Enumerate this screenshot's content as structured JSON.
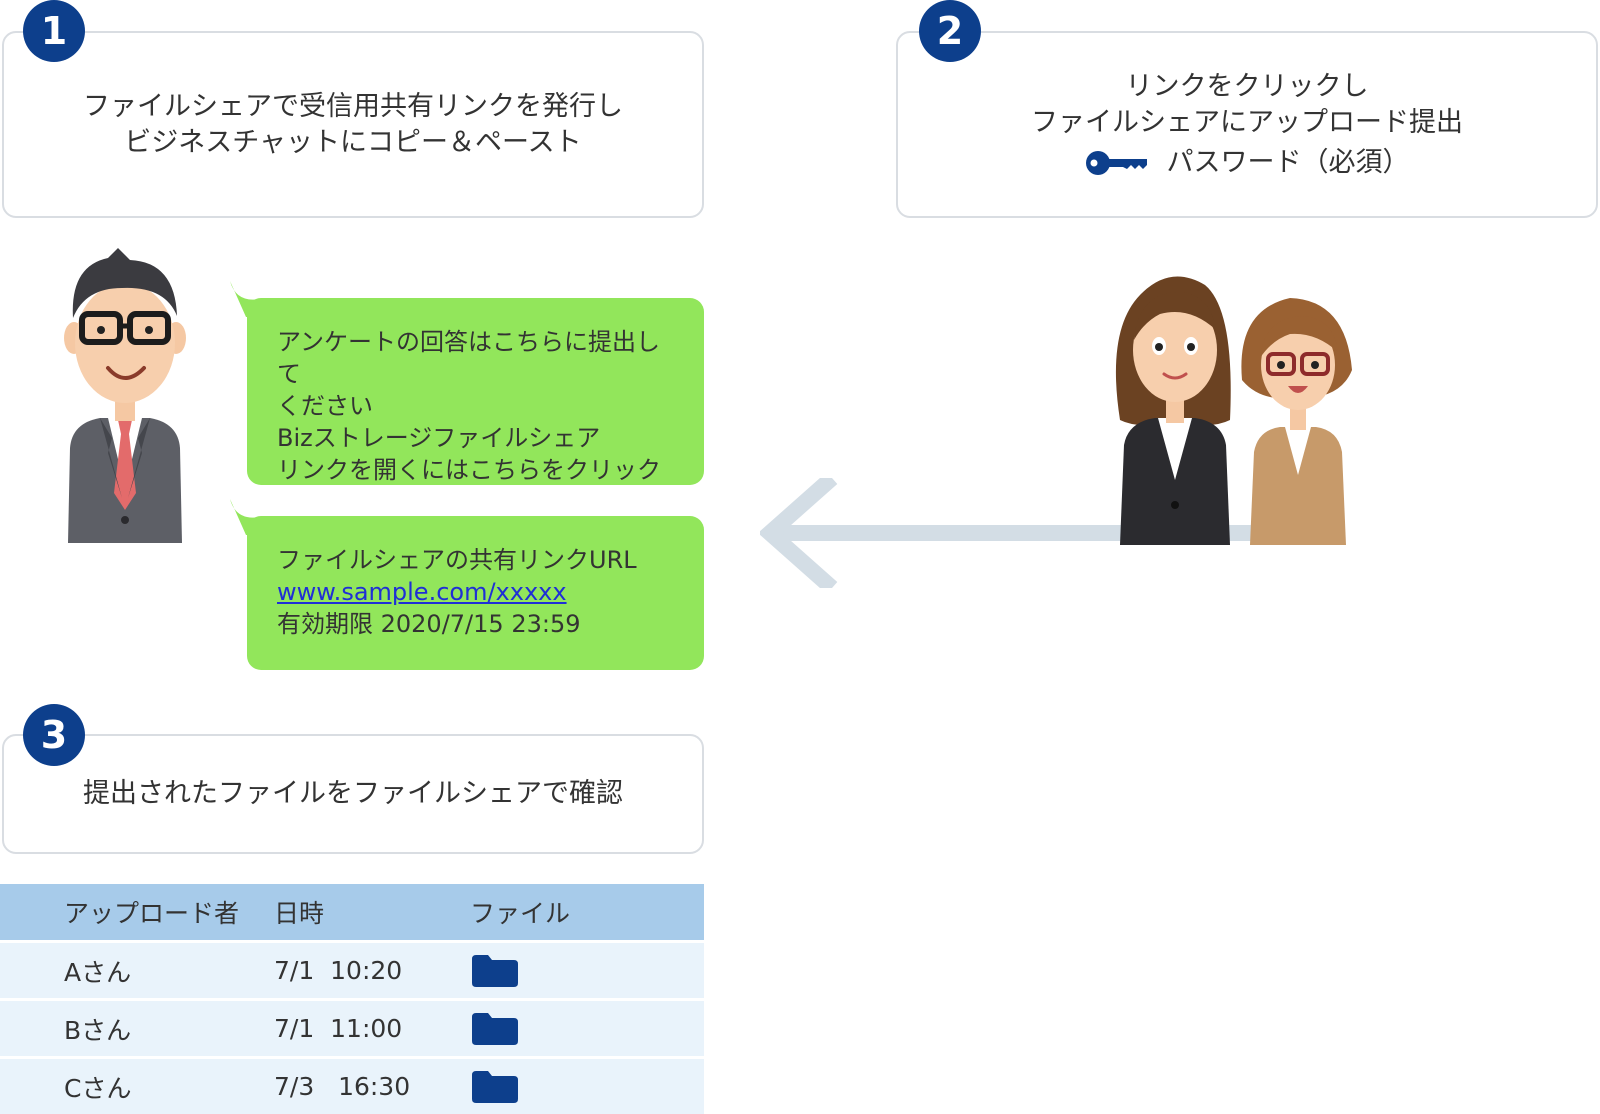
{
  "step1": {
    "number": "1",
    "line1": "ファイルシェアで受信用共有リンクを発行し",
    "line2": "ビジネスチャットにコピー＆ペースト"
  },
  "step2": {
    "number": "2",
    "line1": "リンクをクリックし",
    "line2": "ファイルシェアにアップロード提出",
    "password_label": "パスワード（必須）",
    "icon": "key-icon"
  },
  "step3": {
    "number": "3",
    "text": "提出されたファイルをファイルシェアで確認"
  },
  "chat": {
    "message1": {
      "line1": "アンケートの回答はこちらに提出して",
      "line2": "ください",
      "line3": "Bizストレージファイルシェア",
      "line4": "リンクを開くにはこちらをクリック"
    },
    "message2": {
      "line1": "ファイルシェアの共有リンクURL",
      "link": "www.sample.com/xxxxx",
      "line3": "有効期限 2020/7/15 23:59"
    }
  },
  "table": {
    "headers": [
      "アップロード者",
      "日時",
      "ファイル"
    ],
    "rows": [
      {
        "uploader": "Aさん",
        "datetime": "7/1  10:20",
        "icon": "folder-icon"
      },
      {
        "uploader": "Bさん",
        "datetime": "7/1  11:00",
        "icon": "folder-icon"
      },
      {
        "uploader": "Cさん",
        "datetime": "7/3   16:30",
        "icon": "folder-icon"
      }
    ]
  },
  "colors": {
    "badge": "#0d3f8c",
    "bubble": "#92e65b",
    "table_header": "#a7cbea",
    "table_row": "#e9f3fb",
    "arrow": "#d3dde5",
    "folder": "#0d3f8c"
  }
}
